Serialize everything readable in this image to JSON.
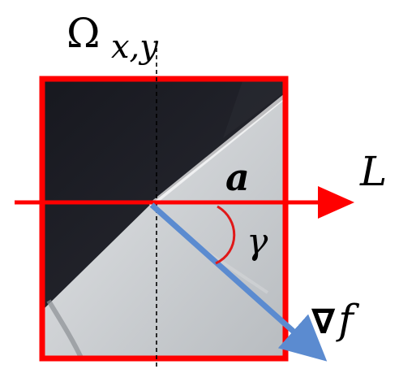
{
  "labels": {
    "omega": "Ω",
    "omega_subscript": "x,y",
    "point": "a",
    "line": "L",
    "angle": "γ",
    "gradient_symbol": "∇",
    "gradient_function": "f"
  },
  "colors": {
    "window_border": "#ff0000",
    "line_L": "#ff0000",
    "angle_arc": "#e01818",
    "gradient_arrow": "#5b8bd0",
    "dark_region": "#1c1d24",
    "light_region": "#c8ccd0"
  }
}
